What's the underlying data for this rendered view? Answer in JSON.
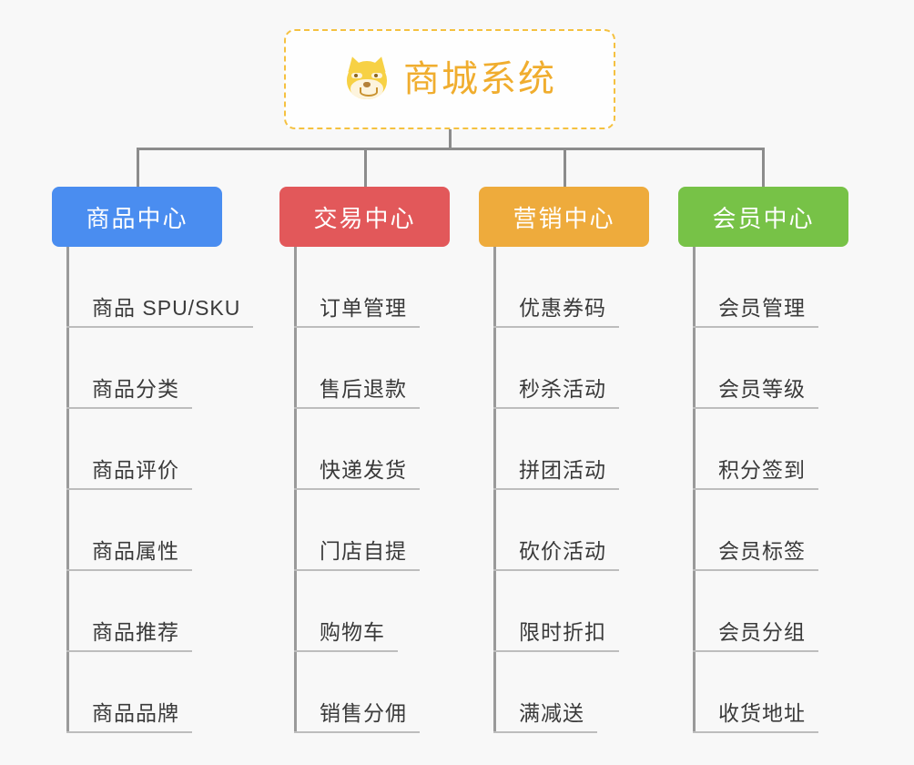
{
  "background_color": "#f8f8f8",
  "root": {
    "icon": "shiba-inu-face-icon",
    "title": "商城系统",
    "text_color": "#f0ad2e",
    "border_color": "#f5c140"
  },
  "connector_color": "#8c8c8c",
  "columns": [
    {
      "id": "product-center",
      "label": "商品中心",
      "color": "#4a8df0",
      "items": [
        "商品 SPU/SKU",
        "商品分类",
        "商品评价",
        "商品属性",
        "商品推荐",
        "商品品牌"
      ]
    },
    {
      "id": "trade-center",
      "label": "交易中心",
      "color": "#e2585a",
      "items": [
        "订单管理",
        "售后退款",
        "快递发货",
        "门店自提",
        "购物车",
        "销售分佣"
      ]
    },
    {
      "id": "marketing-center",
      "label": "营销中心",
      "color": "#eeab3c",
      "items": [
        "优惠券码",
        "秒杀活动",
        "拼团活动",
        "砍价活动",
        "限时折扣",
        "满减送"
      ]
    },
    {
      "id": "member-center",
      "label": "会员中心",
      "color": "#77c247",
      "items": [
        "会员管理",
        "会员等级",
        "积分签到",
        "会员标签",
        "会员分组",
        "收货地址"
      ]
    }
  ]
}
